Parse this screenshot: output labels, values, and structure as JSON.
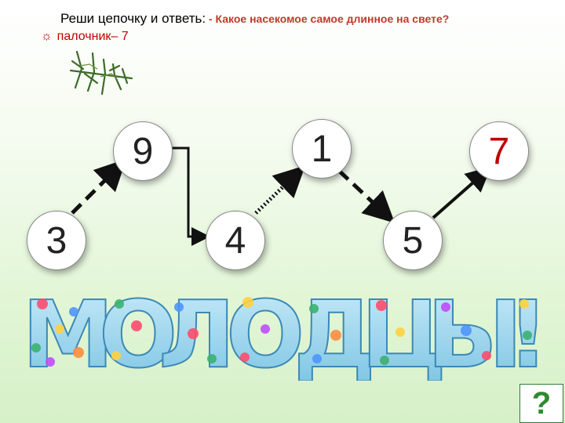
{
  "header": {
    "prompt": "Реши цепочку и ответь:",
    "question": " - Какое насекомое самое длинное на свете?"
  },
  "answer": {
    "icon": "sun-icon",
    "symbol": "☼",
    "text": "палочник– 7"
  },
  "chain": {
    "nodes": [
      {
        "id": "n3",
        "label": "3",
        "color": "#222222"
      },
      {
        "id": "n9",
        "label": "9",
        "color": "#222222"
      },
      {
        "id": "n4",
        "label": "4",
        "color": "#222222"
      },
      {
        "id": "n1",
        "label": "1",
        "color": "#222222"
      },
      {
        "id": "n5",
        "label": "5",
        "color": "#222222"
      },
      {
        "id": "n7",
        "label": "7",
        "color": "#c00000"
      }
    ],
    "connections": [
      {
        "from": "3",
        "to": "9",
        "style": "dashed"
      },
      {
        "from": "9",
        "to": "4",
        "style": "elbow-solid"
      },
      {
        "from": "4",
        "to": "1",
        "style": "dotted"
      },
      {
        "from": "1",
        "to": "5",
        "style": "dashed"
      },
      {
        "from": "5",
        "to": "7",
        "style": "solid"
      }
    ]
  },
  "banner": {
    "letters": [
      "М",
      "О",
      "Л",
      "О",
      "Д",
      "Ц",
      "Ы",
      "!"
    ],
    "fill_color": "#9fd4ea"
  },
  "help_button": {
    "symbol": "?",
    "color": "#2e8b2e",
    "icon": "question-mark-icon"
  }
}
